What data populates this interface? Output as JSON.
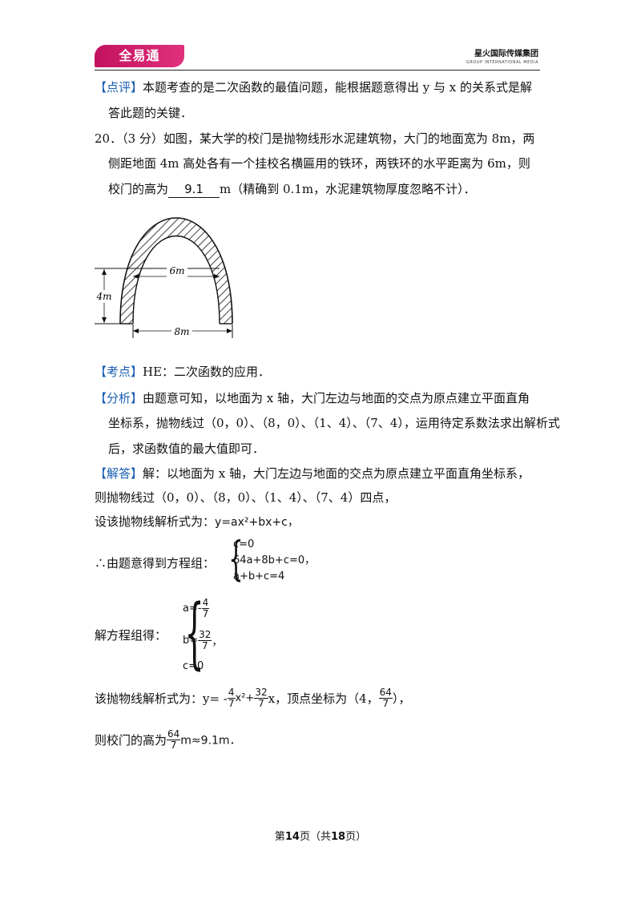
{
  "header": {
    "logo_text": "全易通",
    "company": "星火国际传媒集团",
    "company_sub": "GROUP INTERNATIONAL MEDIA"
  },
  "review": {
    "tag": "【点评】",
    "line1": "本题考查的是二次函数的最值问题，能根据题意得出 y 与 x 的关系式是解",
    "line2": "答此题的关键．"
  },
  "question": {
    "line1": "20．（3 分）如图，某大学的校门是抛物线形水泥建筑物，大门的地面宽为 8m，两",
    "line2": "侧距地面 4m 高处各有一个挂校名横匾用的铁环，两铁环的水平距离为 6m，则",
    "line3_pre": "校门的高为",
    "answer": "9.1",
    "line3_post": "m（精确到 0.1m，水泥建筑物厚度忽略不计）．"
  },
  "figure": {
    "label_6m": "6m",
    "label_4m": "4m",
    "label_8m": "8m"
  },
  "kaodian": {
    "tag": "【考点】",
    "text": "HE：二次函数的应用．"
  },
  "fenxi": {
    "tag": "【分析】",
    "line1": "由题意可知，以地面为 x 轴，大门左边与地面的交点为原点建立平面直角",
    "line2": "坐标系，抛物线过（0，0）、（8，0）、（1、4）、（7、4），运用待定系数法求出解析式",
    "line3": "后，求函数值的最大值即可．"
  },
  "jieda": {
    "tag": "【解答】",
    "line1": "解：以地面为 x 轴，大门左边与地面的交点为原点建立平面直角坐标系，",
    "line2": "则抛物线过（0，0）、（8，0）、（1、4）、（7、4）四点，",
    "line3_pre": "设该抛物线解析式为：",
    "line3_formula": "y=ax²+bx+c，",
    "system_label": "∴由题意得到方程组：",
    "system": [
      "c=0",
      "64a+8b+c=0，",
      "a+b+c=4"
    ],
    "solve_label": "解方程组得：",
    "sol_a_pre": "a=-",
    "sol_a_num": "4",
    "sol_a_den": "7",
    "sol_b_pre": "b=",
    "sol_b_num": "32",
    "sol_b_den": "7",
    "sol_b_post": "，",
    "sol_c": "c=0",
    "result_pre": "该抛物线解析式为：y= -",
    "result_f1_num": "4",
    "result_f1_den": "7",
    "result_mid": "x²+",
    "result_f2_num": "32",
    "result_f2_den": "7",
    "result_mid2": "x，顶点坐标为（4，",
    "result_f3_num": "64",
    "result_f3_den": "7",
    "result_post": "），",
    "final_pre": "则校门的高为",
    "final_num": "64",
    "final_den": "7",
    "final_post": "m≈9.1m．"
  },
  "footer": {
    "pre": "第",
    "page": "14",
    "mid": "页（共",
    "total": "18",
    "post": "页）"
  }
}
